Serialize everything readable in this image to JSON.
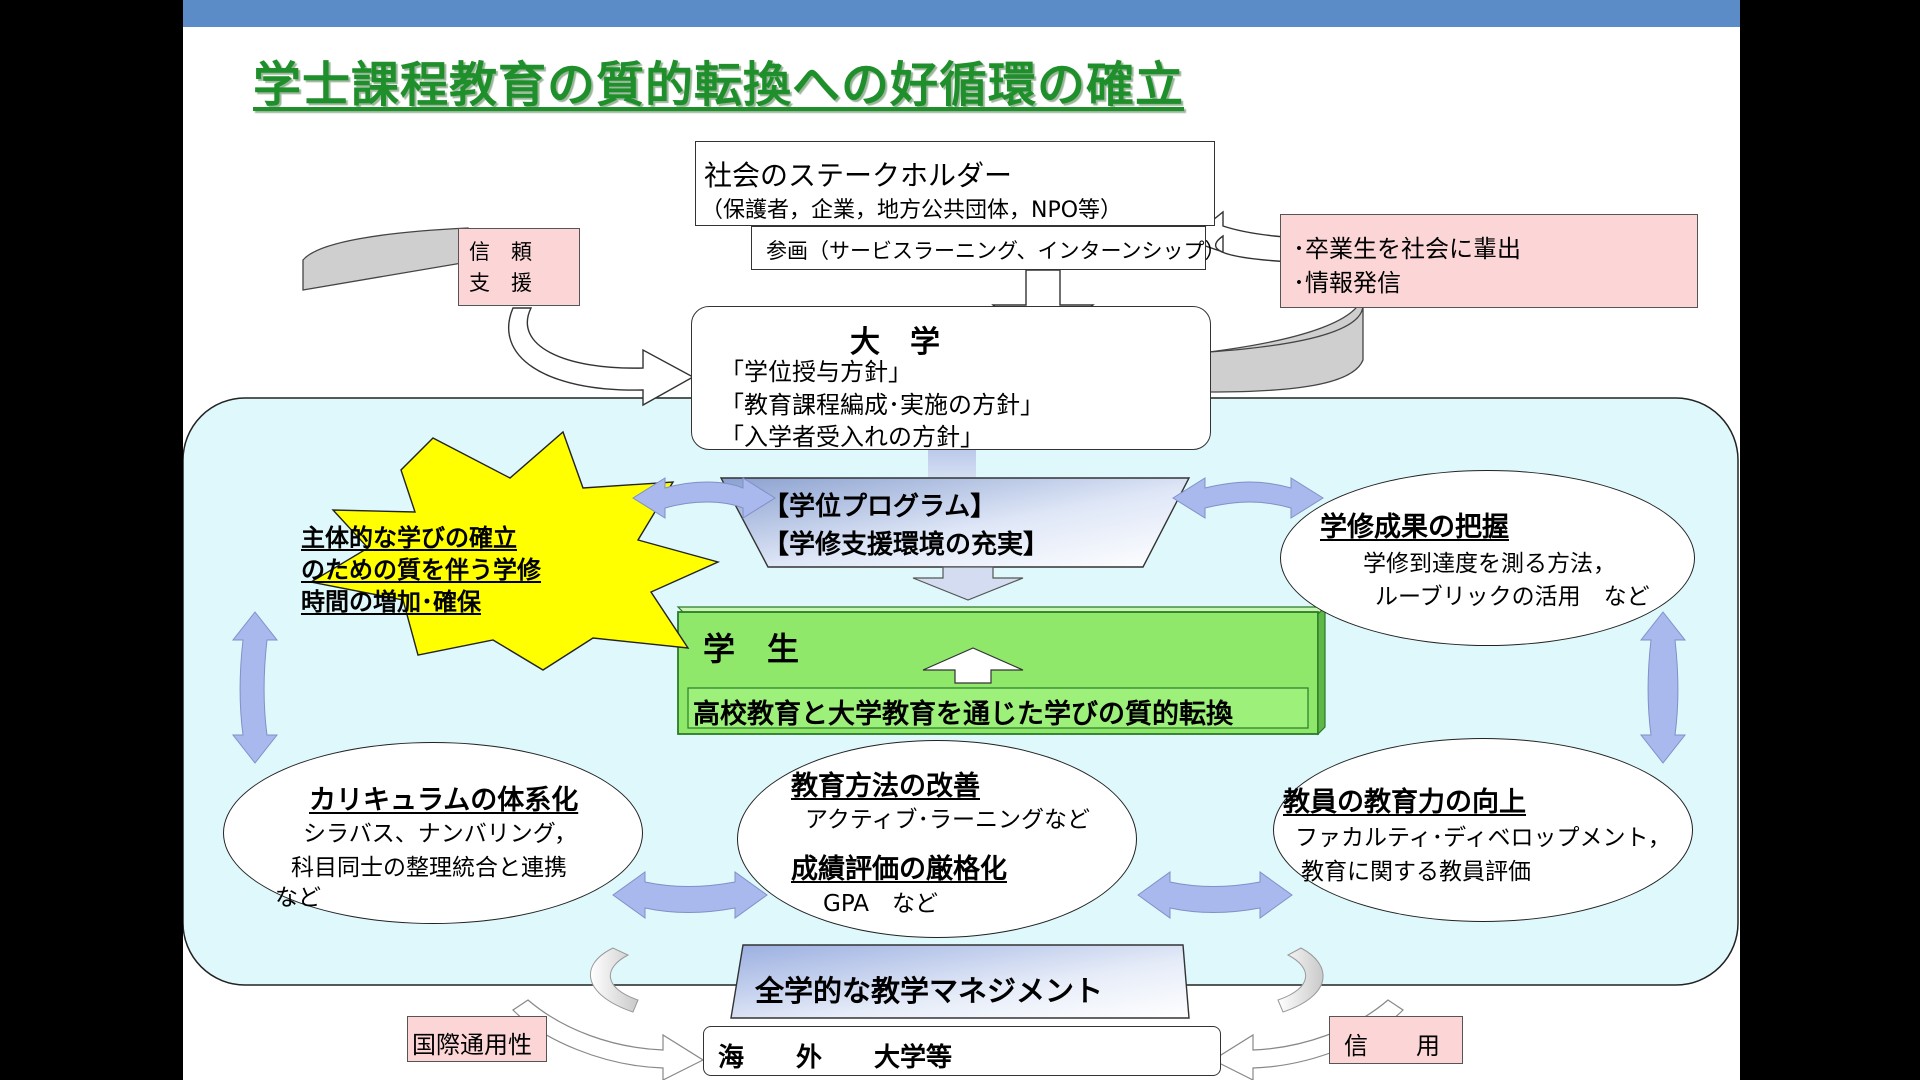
{
  "title": "学士課程教育の質的転換への好循環の確立",
  "stakeholders": {
    "title": "社会のステークホルダー",
    "subtitle": "（保護者，企業，地方公共団体，NPO等）",
    "participation": "参画（サービスラーニング、インターンシップ）"
  },
  "left_box": {
    "line1": "信　頼",
    "line2": "支　援"
  },
  "right_box": {
    "line1": "･卒業生を社会に輩出",
    "line2": "･情報発信"
  },
  "university": {
    "title": "大　学",
    "policy1": "「学位授与方針」",
    "policy2": "「教育課程編成･実施の方針」",
    "policy3": "「入学者受入れの方針」"
  },
  "program": {
    "line1": "【学位プログラム】",
    "line2": "【学修支援環境の充実】"
  },
  "star": {
    "line1": "主体的な学びの確立",
    "line2": "のための質を伴う学修",
    "line3": "時間の増加･確保"
  },
  "outcomes": {
    "title": "学修成果の把握",
    "line1": "学修到達度を測る方法，",
    "line2": "ルーブリックの活用　など"
  },
  "student": {
    "title": "学　生",
    "subtitle": "高校教育と大学教育を通じた学びの質的転換"
  },
  "curriculum": {
    "title": "カリキュラムの体系化",
    "line1": "シラバス、ナンバリング，",
    "line2": "科目同士の整理統合と連携",
    "line3": "など"
  },
  "methods": {
    "title": "教育方法の改善",
    "line1": "アクティブ･ラーニングなど",
    "title2": "成績評価の厳格化",
    "line2": "GPA　など"
  },
  "faculty": {
    "title": "教員の教育力の向上",
    "line1": "ファカルティ･ディベロップメント，",
    "line2": "教育に関する教員評価"
  },
  "management": "全学的な教学マネジメント",
  "overseas": "海　　外　　大学等",
  "intl": "国際通用性",
  "credit": "信　　用",
  "colors": {
    "title": "#1e8f2a",
    "topbar": "#5b8cc8",
    "panel": "#dff8fb",
    "pink": "#fcd5d6",
    "star": "#ffff00",
    "green": "#8fe86a",
    "arrow_blue": "#a9b9ee"
  }
}
